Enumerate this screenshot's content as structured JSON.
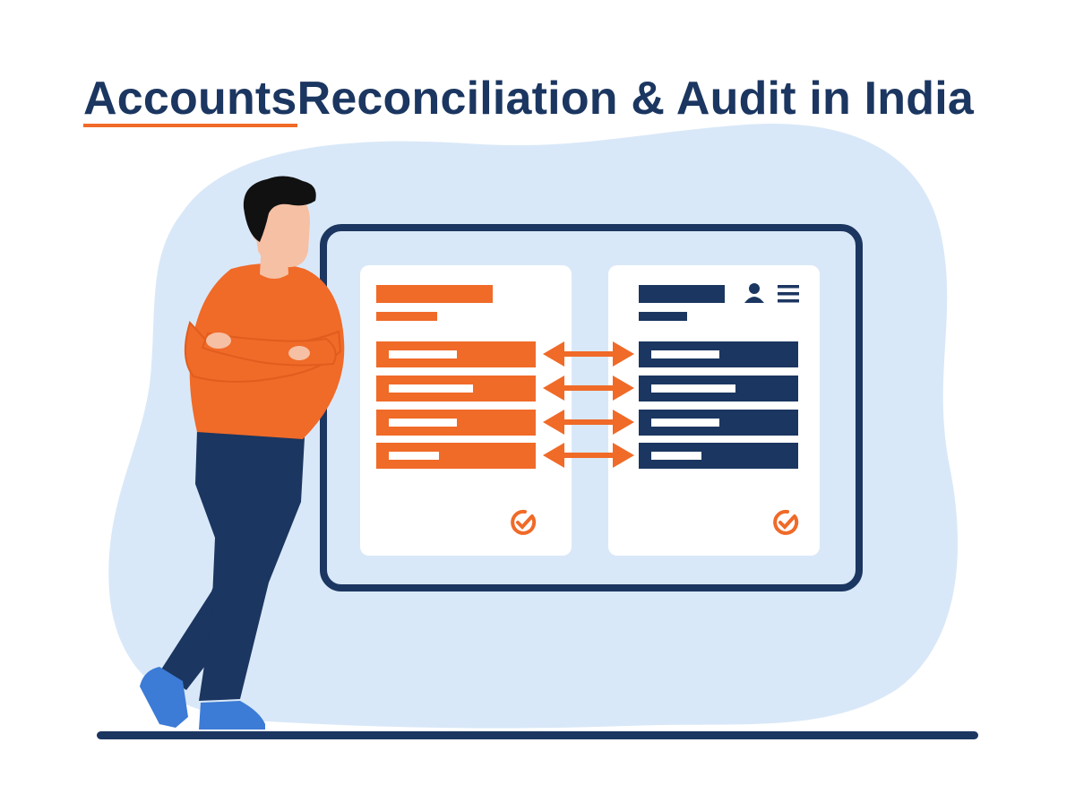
{
  "title": {
    "accent": "Accounts ",
    "rest": "Reconciliation & Audit in India"
  },
  "colors": {
    "navy": "#1b3660",
    "orange": "#f06a28",
    "blob": "#d9e8f8",
    "card": "#ffffff",
    "skin": "#f6c0a4",
    "hair": "#111111",
    "shoe": "#3c7bd6"
  },
  "illustration": {
    "left_panel": {
      "header_color": "orange",
      "row_count": 4,
      "icon": "check-circle-icon"
    },
    "right_panel": {
      "header_color": "navy",
      "row_count": 4,
      "icons": [
        "user-icon",
        "menu-icon",
        "check-circle-icon"
      ]
    },
    "connectors": {
      "count": 4,
      "icon": "double-arrow-icon"
    },
    "character": "person-arms-crossed"
  }
}
